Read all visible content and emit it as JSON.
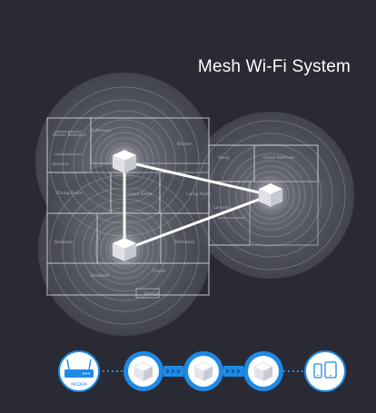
{
  "header": {
    "title": "Mesh Wi-Fi System"
  },
  "floorplan": {
    "room_labels": [
      "Master Bedroom",
      "Balcony",
      "Kitchen",
      "Dining Room",
      "Living Room",
      "Bedroom",
      "Bathroom",
      "Study",
      "Guest Bedroom",
      "Bedroom",
      "Closet",
      "Laundry",
      "Bathroom",
      "Guest Room",
      "Storage"
    ]
  },
  "mesh_nodes": [
    {
      "id": "node-top-left",
      "icon": "mesh-node-cube-icon"
    },
    {
      "id": "node-right",
      "icon": "mesh-node-cube-icon"
    },
    {
      "id": "node-bottom-left",
      "icon": "mesh-node-cube-icon"
    }
  ],
  "chain": {
    "modem": {
      "icon": "modem-icon",
      "label": "MODEM"
    },
    "nodes": [
      "mesh-node-icon",
      "mesh-node-icon",
      "mesh-node-icon"
    ],
    "clients": {
      "icon": "phone-tablet-icon"
    }
  },
  "colors": {
    "background": "#2a2a34",
    "accent_blue": "#1f8ae6",
    "signal_ring": "#8a8c96",
    "link_line": "#ffffff"
  }
}
